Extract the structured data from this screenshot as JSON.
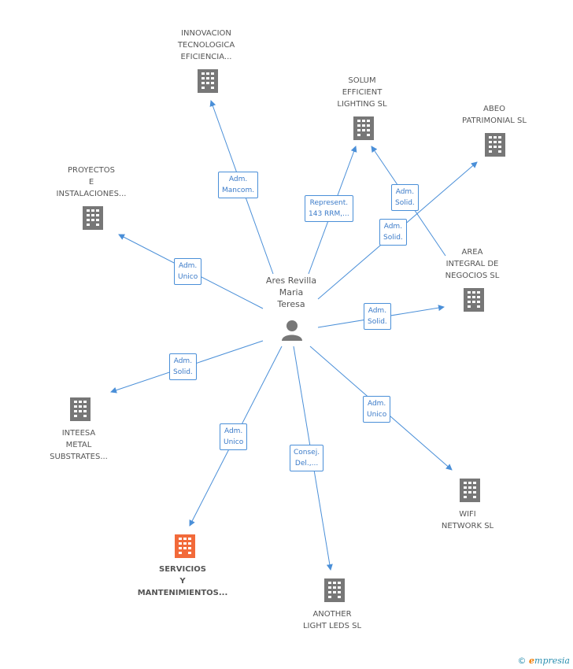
{
  "person": {
    "name": "Ares Revilla\nMaria\nTeresa"
  },
  "companies": [
    {
      "key": "innovacion",
      "label": "INNOVACION\nTECNOLOGICA\nEFICIENCIA...",
      "highlight": false
    },
    {
      "key": "solum",
      "label": "SOLUM\nEFFICIENT\nLIGHTING SL",
      "highlight": false
    },
    {
      "key": "abeo",
      "label": "ABEO\nPATRIMONIAL SL",
      "highlight": false
    },
    {
      "key": "proyectos",
      "label": "PROYECTOS\nE\nINSTALACIONES...",
      "highlight": false
    },
    {
      "key": "area",
      "label": "AREA\nINTEGRAL DE\nNEGOCIOS SL",
      "highlight": false
    },
    {
      "key": "inteesa",
      "label": "INTEESA\nMETAL\nSUBSTRATES...",
      "highlight": false
    },
    {
      "key": "wifi",
      "label": "WIFI\nNETWORK SL",
      "highlight": false
    },
    {
      "key": "servicios",
      "label": "SERVICIOS\nY\nMANTENIMIENTOS...",
      "highlight": true
    },
    {
      "key": "another",
      "label": "ANOTHER\nLIGHT LEDS SL",
      "highlight": false
    }
  ],
  "relations": [
    {
      "key": "r-innovacion",
      "label": "Adm.\nMancom."
    },
    {
      "key": "r-solum-1",
      "label": "Represent.\n143 RRM,..."
    },
    {
      "key": "r-solum-2",
      "label": "Adm.\nSolid."
    },
    {
      "key": "r-abeo",
      "label": "Adm.\nSolid."
    },
    {
      "key": "r-proyectos",
      "label": "Adm.\nUnico"
    },
    {
      "key": "r-area",
      "label": "Adm.\nSolid."
    },
    {
      "key": "r-inteesa",
      "label": "Adm.\nSolid."
    },
    {
      "key": "r-wifi",
      "label": "Adm.\nUnico"
    },
    {
      "key": "r-servicios",
      "label": "Adm.\nUnico"
    },
    {
      "key": "r-another",
      "label": "Consej.\nDel.,..."
    }
  ],
  "colors": {
    "link": "#4a8fd8",
    "building": "#777777",
    "building_highlight": "#f26a3a"
  },
  "footer": {
    "copyright": "©",
    "brand_e": "e",
    "brand_rest": "mpresia"
  }
}
